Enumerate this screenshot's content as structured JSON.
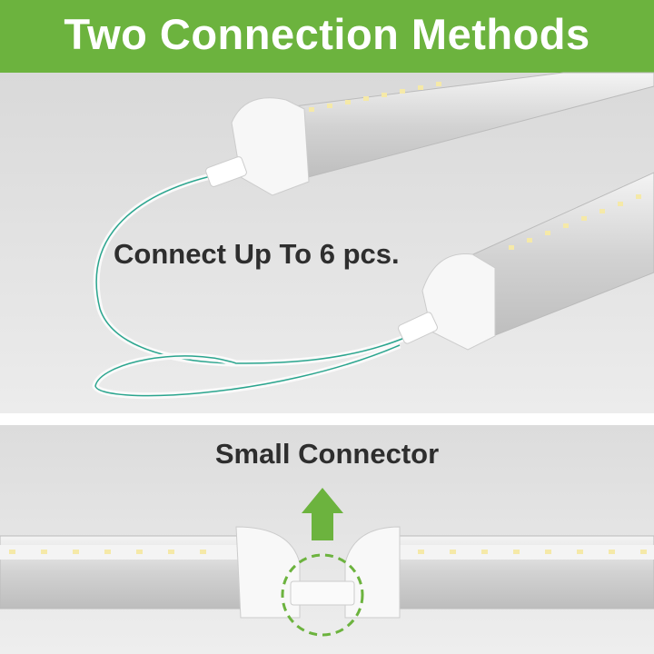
{
  "header": {
    "title": "Two Connection Methods"
  },
  "method1": {
    "caption": "Connect Up To 6 pcs."
  },
  "method2": {
    "caption": "Small Connector"
  },
  "colors": {
    "brand_green": "#6cb33e",
    "text_dark": "#2e2e2e"
  }
}
